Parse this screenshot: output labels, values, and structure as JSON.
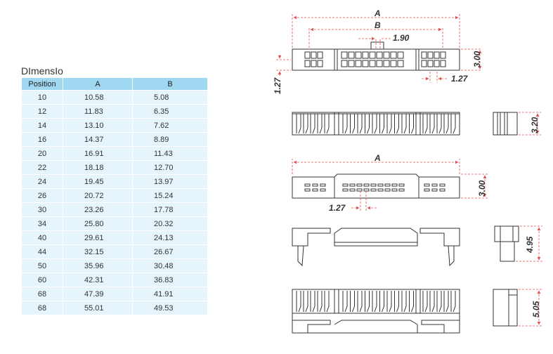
{
  "table": {
    "title": "DImensIo",
    "headers": [
      "Position",
      "A",
      "B"
    ],
    "rows": [
      [
        "10",
        "10.58",
        "5.08"
      ],
      [
        "12",
        "11.83",
        "6.35"
      ],
      [
        "14",
        "13.10",
        "7.62"
      ],
      [
        "16",
        "14.37",
        "8.89"
      ],
      [
        "20",
        "16.91",
        "11.43"
      ],
      [
        "22",
        "18.18",
        "12.70"
      ],
      [
        "24",
        "19.45",
        "13.97"
      ],
      [
        "26",
        "20.72",
        "15.24"
      ],
      [
        "30",
        "23.26",
        "17.78"
      ],
      [
        "34",
        "25.80",
        "20.32"
      ],
      [
        "40",
        "29.61",
        "24.13"
      ],
      [
        "44",
        "32.15",
        "26.67"
      ],
      [
        "50",
        "35.96",
        "30.48"
      ],
      [
        "60",
        "42.31",
        "36.83"
      ],
      [
        "68",
        "47.39",
        "41.91"
      ],
      [
        "68",
        "55.01",
        "49.53"
      ]
    ]
  },
  "drawing": {
    "labels": {
      "dim_a_top": "A",
      "dim_b": "B",
      "pitch_top": "1.90",
      "height_top": "3.00",
      "pitch_left": "1.27",
      "pitch_right": "1.27",
      "side_height": "3.20",
      "dim_a_bottom": "A",
      "height_bottom": "3.00",
      "pitch_bottom": "1.27",
      "side_clip_height": "4.95",
      "side_full_height": "5.05"
    },
    "colors": {
      "dimension": "#e05050",
      "outline": "#333333"
    }
  }
}
